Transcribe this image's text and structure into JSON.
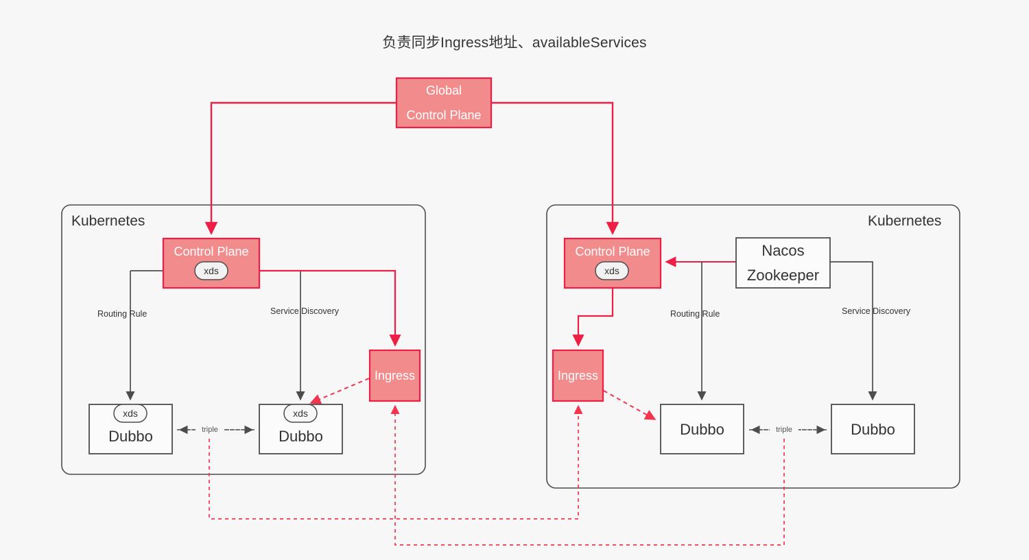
{
  "title": "负责同步Ingress地址、availableServices",
  "colors": {
    "accent_fill": "#f28b8b",
    "accent_stroke": "#ed1f45",
    "neutral_stroke": "#4d4d4d",
    "background": "#f7f7f7",
    "text": "#333333"
  },
  "global": {
    "label_line1": "Global",
    "label_line2": "Control Plane"
  },
  "clusters": [
    {
      "id": "left",
      "name": "Kubernetes",
      "control_plane": {
        "label": "Control Plane",
        "badge": "xds"
      },
      "ingress": {
        "label": "Ingress"
      },
      "edge_labels": {
        "routing": "Routing Rule",
        "discovery": "Service Discovery"
      },
      "services": [
        {
          "label": "Dubbo",
          "badge": "xds"
        },
        {
          "label": "Dubbo",
          "badge": "xds"
        }
      ],
      "protocol": "triple",
      "registry": null
    },
    {
      "id": "right",
      "name": "Kubernetes",
      "control_plane": {
        "label": "Control Plane",
        "badge": "xds"
      },
      "ingress": {
        "label": "Ingress"
      },
      "edge_labels": {
        "routing": "Routing Rule",
        "discovery": "Service Discovery"
      },
      "services": [
        {
          "label": "Dubbo",
          "badge": null
        },
        {
          "label": "Dubbo",
          "badge": null
        }
      ],
      "protocol": "triple",
      "registry": {
        "line1": "Nacos",
        "line2": "Zookeeper"
      }
    }
  ]
}
